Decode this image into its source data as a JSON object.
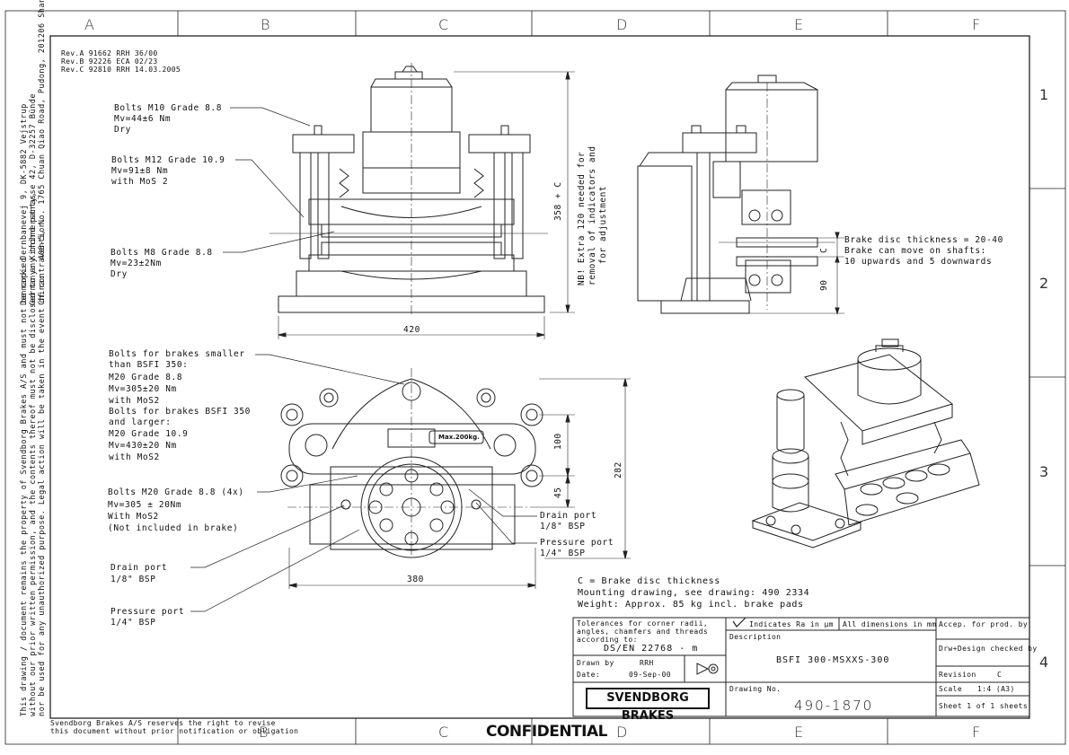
{
  "grid": {
    "columns": [
      "A",
      "B",
      "C",
      "D",
      "E",
      "F"
    ],
    "bottom_columns": [
      "B",
      "C",
      "D",
      "E",
      "F"
    ],
    "rows": [
      "1",
      "2",
      "3",
      "4"
    ]
  },
  "revisions": [
    "Rev.A 91662 RRH 36/00",
    "Rev.B 92226 ECA 02/23",
    "Rev.C 92810 RRH 14.03.2005"
  ],
  "addresses": [
    "Denmark: Jernbanevej 9, DK-5882 Vejstrup",
    "Germany: Kirchnerstrasse 42, D-32257 Bünde",
    "China:   408-5, No. 1765 Chuan Qiao Road, Pudong, 201206 Shanghai"
  ],
  "legal_notice": [
    "This drawing / document remains the property of Svendborg Brakes A/S and must not be copied",
    "without our prior written permission, and the contents thereof must not be disclosed to any third party,",
    "nor be used for any unauthorized purpose. Legal action will be taken in the event of contravention."
  ],
  "top_view_labels": {
    "bolts_m10": [
      "Bolts M10 Grade 8.8",
      "Mv=44±6 Nm",
      "Dry"
    ],
    "bolts_m12": [
      "Bolts M12 Grade 10.9",
      "Mv=91±8 Nm",
      "with MoS 2"
    ],
    "bolts_m8": [
      "Bolts M8 Grade 8.8",
      "Mv=23±2Nm",
      "Dry"
    ],
    "dim_420": "420",
    "dim_358": "358 + C",
    "note_nb": [
      "NB! Extra 120 needed for",
      "removal of indicators and",
      "for adjustment"
    ]
  },
  "side_view_labels": {
    "brake_disc": [
      "Brake disc thickness = 20-40",
      "Brake can move on shafts:",
      "10 upwards and 5 downwards"
    ],
    "dim_c": "C",
    "dim_90": "90"
  },
  "front_view_labels": {
    "bolts_brakes": [
      "Bolts for brakes smaller",
      "than BSFI 350:",
      "M20 Grade 8.8",
      "Mv=305±20 Nm",
      "with MoS2",
      "Bolts for brakes BSFI 350",
      "and larger:",
      "M20 Grade 10.9",
      "Mv=430±20 Nm",
      "with MoS2"
    ],
    "bolts_m20": [
      "Bolts M20 Grade 8.8 (4x)",
      "Mv=305 ± 20Nm",
      "With MoS2",
      "(Not included in brake)"
    ],
    "drain_left": [
      "Drain port",
      "1/8\" BSP"
    ],
    "pressure_left": [
      "Pressure port",
      "1/4\" BSP"
    ],
    "drain_right": [
      "Drain port",
      "1/8\" BSP"
    ],
    "pressure_right": [
      "Pressure port",
      "1/4\" BSP"
    ],
    "dim_380": "380",
    "dim_100": "100",
    "dim_45": "45",
    "dim_282": "282",
    "max_load": "Max.200kg."
  },
  "general_notes": [
    "C = Brake disc thickness",
    "Mounting drawing, see drawing: 490 2334",
    "Weight: Approx. 85 kg incl. brake pads"
  ],
  "title_block": {
    "tolerances": [
      "Tolerances for corner radii,",
      "angles, chamfers and threads",
      "according to:"
    ],
    "standard": "DS/EN 22768 - m",
    "drawn_by_label": "Drawn by",
    "drawn_by": "RRH",
    "date_label": "Date:",
    "date": "09-Sep-00",
    "indicates": "Indicates Ra in µm",
    "dimensions": "All dimensions in mm",
    "description_label": "Description",
    "description": "BSFI 300-MSXXS-300",
    "drawing_no_label": "Drawing No.",
    "drawing_no": "490-1870",
    "accep": "Accep. for prod. by",
    "checked": "Drw+Design checked by",
    "revision_label": "Revision",
    "revision": "C",
    "scale_label": "Scale",
    "scale": "1:4 (A3)",
    "sheet": "Sheet 1 of 1 sheets",
    "company_logo": "SVENDBORG BRAKES"
  },
  "footer": {
    "reserves": [
      "Svendborg Brakes A/S reserves the right to revise",
      "this document without prior notification or obligation"
    ],
    "confidential": "CONFIDENTIAL"
  }
}
